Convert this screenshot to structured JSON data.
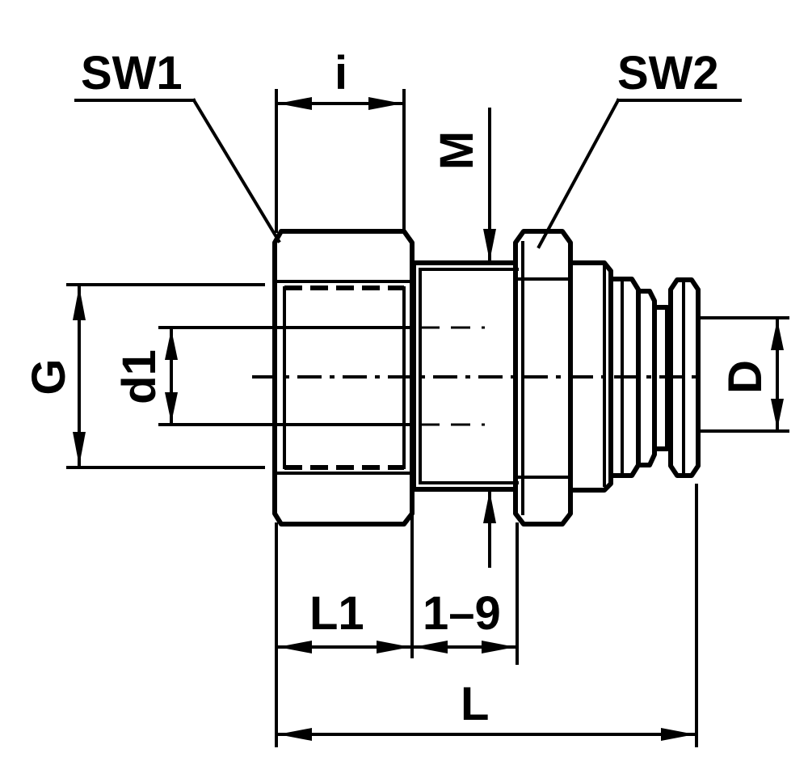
{
  "labels": {
    "sw1": "SW1",
    "sw2": "SW2",
    "i": "i",
    "m": "M",
    "g": "G",
    "d1": "d1",
    "d": "D",
    "l1": "L1",
    "range": "1–9",
    "l": "L"
  }
}
